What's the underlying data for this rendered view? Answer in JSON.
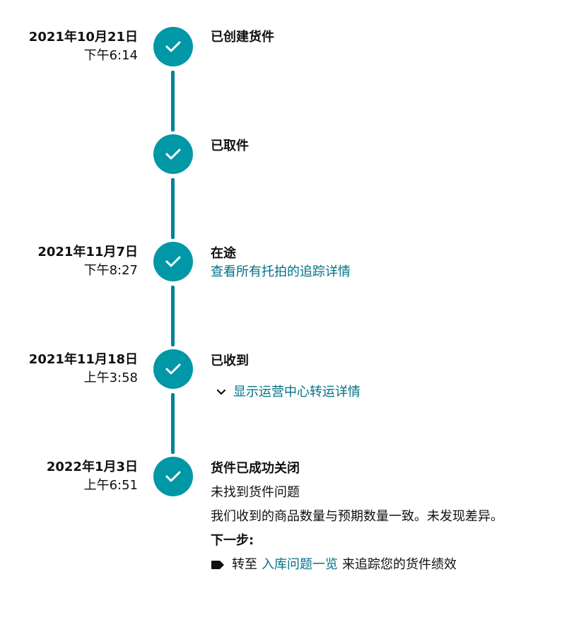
{
  "colors": {
    "accent": "#0097a7",
    "link": "#007185",
    "text": "#0f1111"
  },
  "events": [
    {
      "date": "2021年10月21日",
      "time": "下午6:14",
      "title": "已创建货件"
    },
    {
      "date": "",
      "time": "",
      "title": "已取件"
    },
    {
      "date": "2021年11月7日",
      "time": "下午8:27",
      "title": "在途",
      "link": "查看所有托拍的追踪详情"
    },
    {
      "date": "2021年11月18日",
      "time": "上午3:58",
      "title": "已收到",
      "expander": "显示运营中心转运详情",
      "expander_icon": "chevron-down-icon"
    },
    {
      "date": "2022年1月3日",
      "time": "上午6:51",
      "title": "货件已成功关闭",
      "line1": "未找到货件问题",
      "line2": "我们收到的商品数量与预期数量一致。未发现差异。",
      "next_step_label": "下一步:",
      "bullet_icon": "tag-icon",
      "bullet_prefix": "转至",
      "bullet_link": "入库问题一览",
      "bullet_suffix": "来追踪您的货件绩效"
    }
  ],
  "node_icon": "check-icon"
}
